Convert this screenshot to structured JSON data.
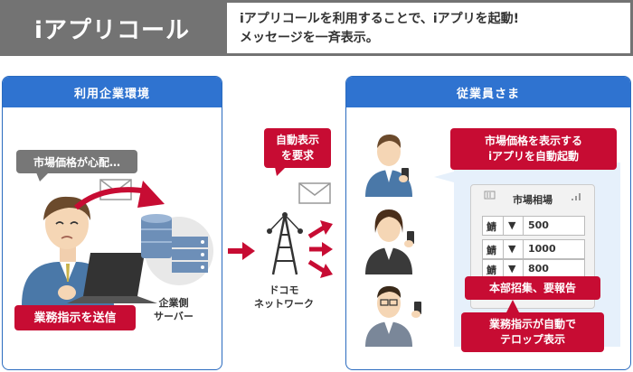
{
  "header": {
    "title": "iアプリコール",
    "description_line1": "iアプリコールを利用することで、iアプリを起動!",
    "description_line2": "メッセージを一斉表示。"
  },
  "left_panel": {
    "title": "利用企業環境",
    "worry_bubble": "市場価格が心配…",
    "send_button": "業務指示を送信",
    "server_label_line1": "企業側",
    "server_label_line2": "サーバー"
  },
  "middle": {
    "request_bubble_line1": "自動表示",
    "request_bubble_line2": "を要求",
    "network_label_line1": "ドコモ",
    "network_label_line2": "ネットワーク"
  },
  "right_panel": {
    "title": "従業員さま",
    "launch_box_line1": "市場価格を表示する",
    "launch_box_line2": "iアプリを自動起動",
    "screen_title": "市場相場",
    "market_rows": [
      {
        "name": "鯖",
        "arrow": "▼",
        "price": "500"
      },
      {
        "name": "鯖",
        "arrow": "▼",
        "price": "1000"
      },
      {
        "name": "鯖",
        "arrow": "▼",
        "price": "800"
      }
    ],
    "ticker_text": "本部招集、要報告",
    "auto_box_line1": "業務指示が自動で",
    "auto_box_line2": "テロップ表示"
  },
  "colors": {
    "accent_red": "#c70c33",
    "panel_blue": "#2f73d0",
    "header_gray": "#737373"
  }
}
